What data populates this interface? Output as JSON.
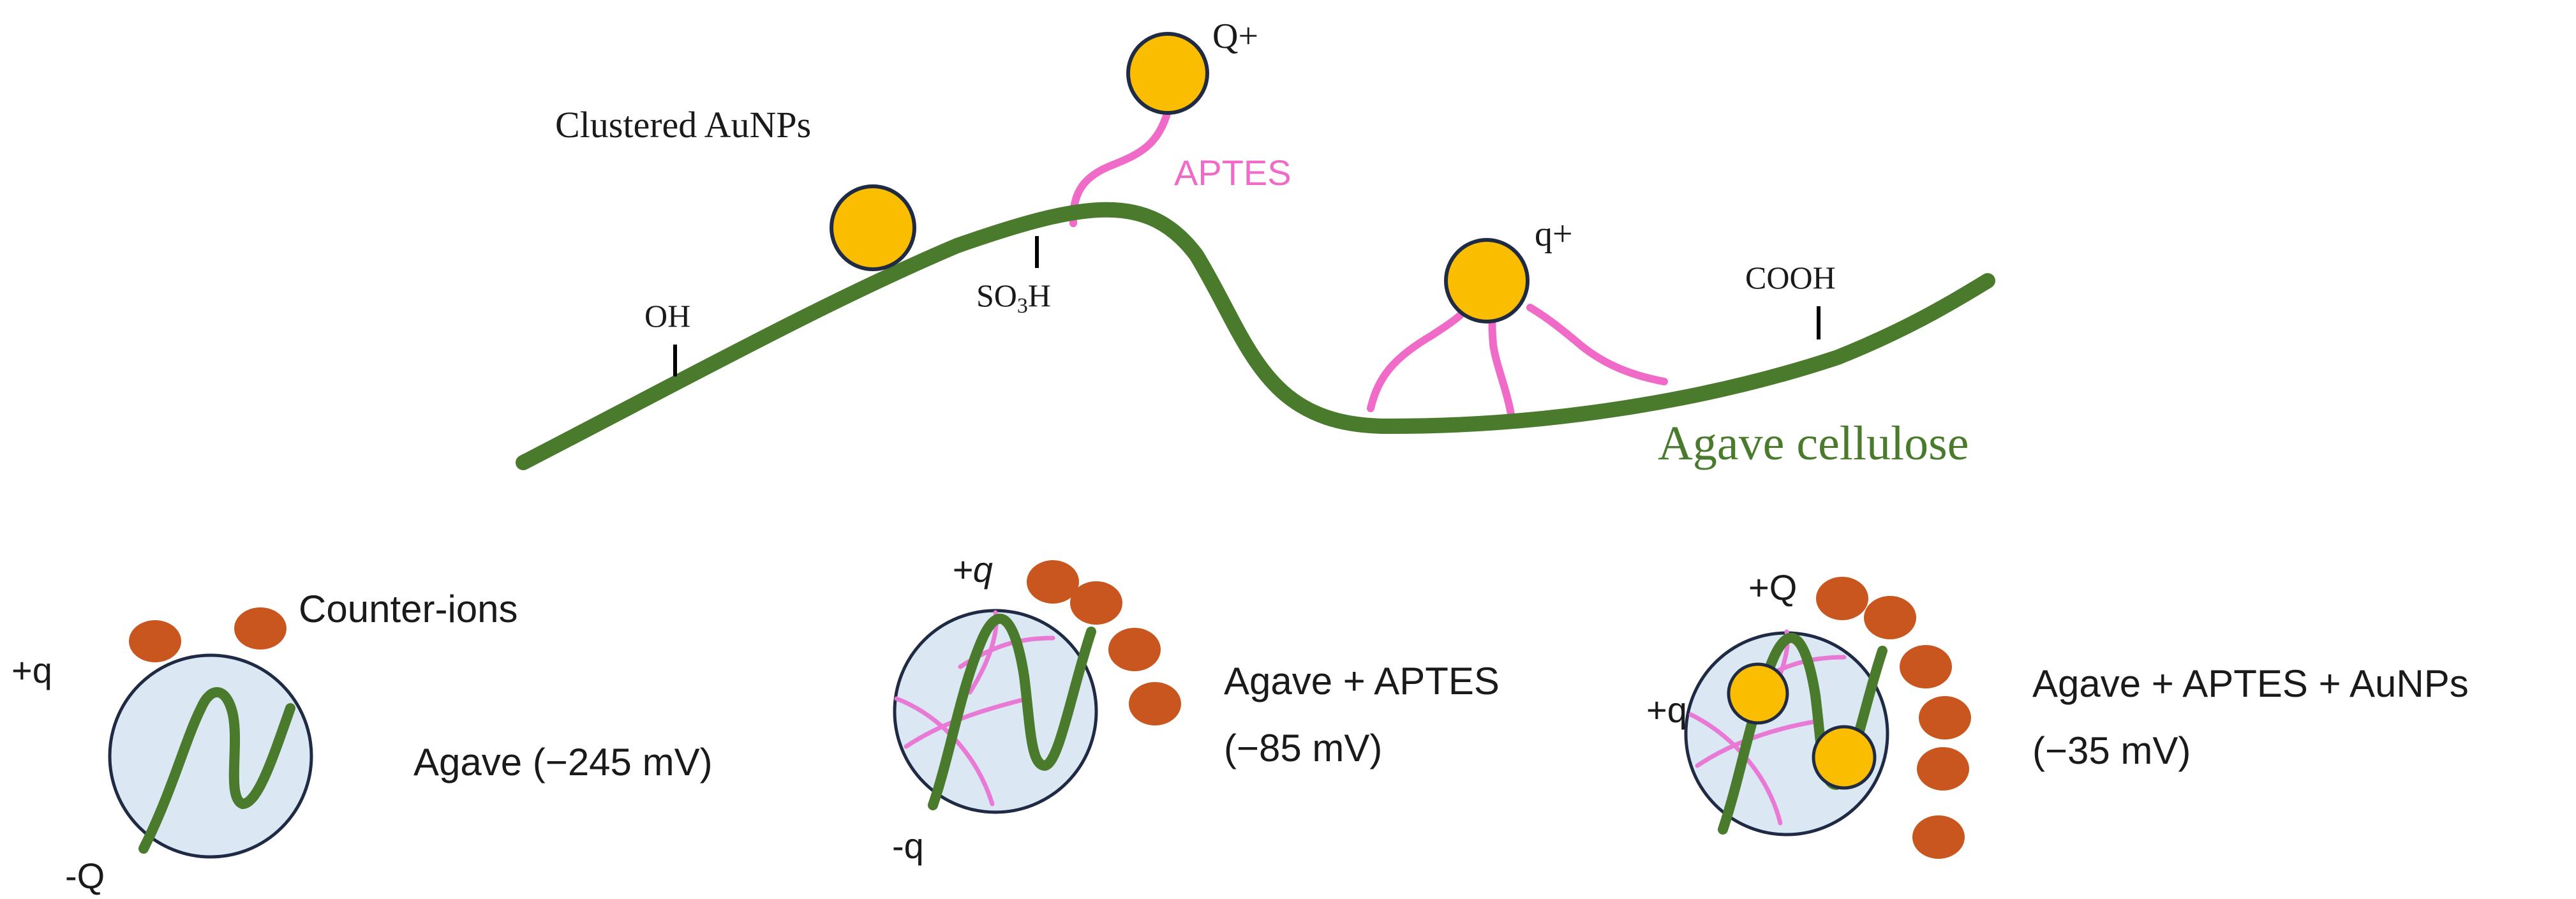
{
  "colors": {
    "cellulose": "#4a7a2b",
    "aptes": "#f06ac8",
    "gold": "#fbbd00",
    "counter_ion": "#c8561e",
    "particle": "#dbe8f4"
  },
  "top_panel": {
    "clustered_label": "Clustered AuNPs",
    "aptes_label": "APTES",
    "q_plus_big": "Q+",
    "q_plus_small": "q+",
    "oh_label": "OH",
    "so3h_label": "SO",
    "so3h_sub": "3",
    "so3h_tail": "H",
    "cooh_label": "COOH",
    "cellulose_label": "Agave cellulose"
  },
  "bottom_panel": {
    "counter_ions_label": "Counter-ions",
    "agave": {
      "charge_top": "+q",
      "charge_bottom": "-Q",
      "label": "Agave  (−245 mV)"
    },
    "agave_aptes": {
      "charge_top": "+q",
      "charge_bottom": "-q",
      "label_line1": "Agave + APTES",
      "label_line2": "(−85 mV)"
    },
    "agave_aptes_aunps": {
      "charge_top": "+Q",
      "charge_left": "+q",
      "label_line1": "Agave + APTES + AuNPs",
      "label_line2": "(−35 mV)"
    }
  }
}
